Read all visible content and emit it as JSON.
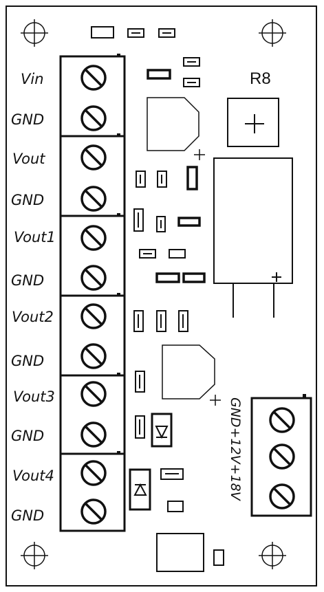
{
  "board": {
    "pin_labels": [
      "Vin",
      "GND",
      "Vout",
      "GND",
      "Vout1",
      "GND",
      "Vout2",
      "GND",
      "Vout3",
      "GND",
      "Vout4",
      "GND"
    ],
    "ref_label": "R8",
    "power_connector_label": "GND+12V+18V",
    "plus_sign": "+",
    "colors": {
      "stroke": "#111111",
      "background": "#ffffff"
    }
  }
}
